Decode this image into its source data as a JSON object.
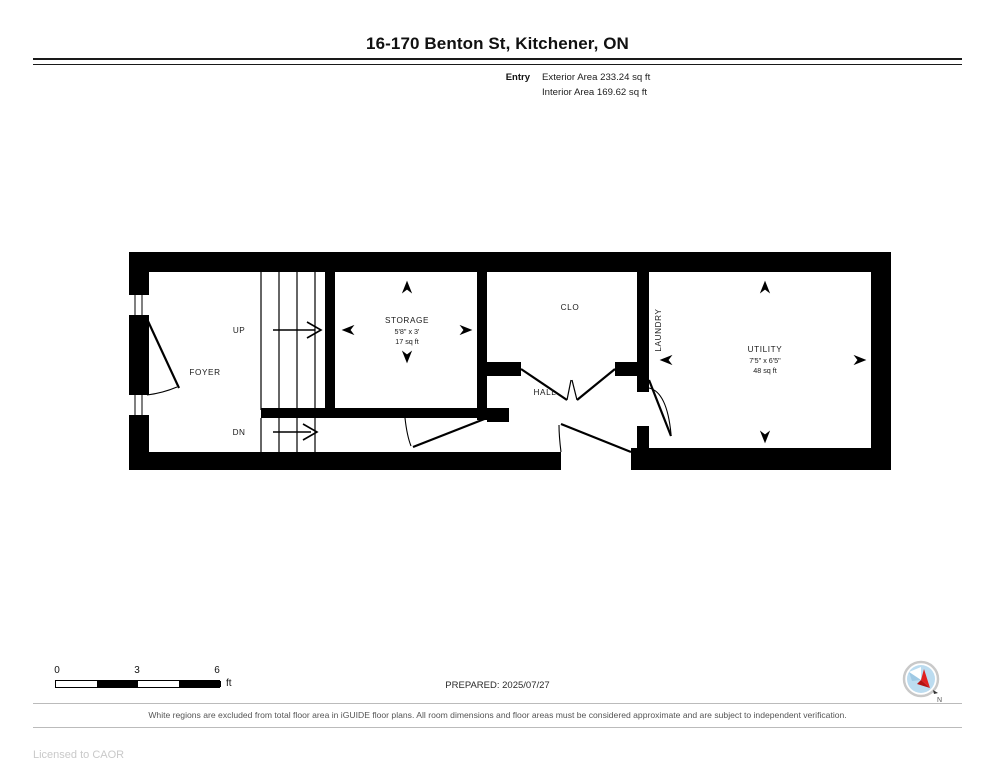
{
  "header": {
    "title": "16-170 Benton St, Kitchener, ON"
  },
  "summary": {
    "level_label": "Entry",
    "exterior_area": "Exterior Area 233.24 sq ft",
    "interior_area": "Interior Area 169.62 sq ft"
  },
  "floorplan": {
    "rooms": [
      {
        "name": "FOYER",
        "dim": "",
        "area": ""
      },
      {
        "name": "STORAGE",
        "dim": "5'8\" x 3'",
        "area": "17 sq ft"
      },
      {
        "name": "CLO",
        "dim": "",
        "area": ""
      },
      {
        "name": "HALL",
        "dim": "",
        "area": ""
      },
      {
        "name": "LAUNDRY",
        "dim": "",
        "area": ""
      },
      {
        "name": "UTILITY",
        "dim": "7'5\" x 6'5\"",
        "area": "48 sq ft"
      }
    ],
    "stairs": [
      {
        "label": "UP"
      },
      {
        "label": "DN"
      }
    ],
    "wall_color": "#000000",
    "floor_color": "#ffffff"
  },
  "scalebar": {
    "ticks": [
      "0",
      "3",
      "6"
    ],
    "unit": "ft"
  },
  "footer": {
    "prepared": "PREPARED: 2025/07/27",
    "disclaimer": "White regions are excluded from total floor area in iGUIDE floor plans. All room dimensions and floor areas must be considered approximate and are subject to independent verification.",
    "license": "Licensed to CAOR",
    "compass_letter": "N"
  },
  "colors": {
    "wall": "#000000",
    "text": "#1a1a1a",
    "compass_ring": "#bdbdbd",
    "compass_face": "#bcdcf0",
    "compass_needle_north": "#e02020",
    "compass_needle_south": "#ffffff"
  }
}
